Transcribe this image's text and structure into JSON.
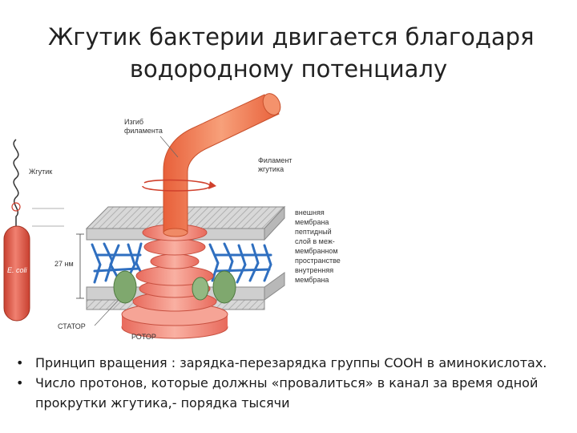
{
  "title": {
    "line1": "Жгутик бактерии двигается благодаря",
    "line2": "водородному потенциалу"
  },
  "diagram": {
    "labels": {
      "flagellum": "Жгутик",
      "ecoli": "E. coli",
      "bend_line1": "Изгиб",
      "bend_line2": "филамента",
      "filament_line1": "Филамент",
      "filament_line2": "жгутика",
      "size": "27 нм",
      "stator": "СТАТОР",
      "rotor": "РОТОР",
      "layers": [
        "внешняя",
        "мембрана",
        "пептидный",
        "слой в меж-",
        "мембранном",
        "пространстве",
        "внутренняя",
        "мембрана"
      ]
    },
    "colors": {
      "filament": "#f07a55",
      "rotor": "#f2887a",
      "stator": "#7fa86e",
      "peptidoglycan": "#2f6fc0",
      "membrane": "#c8c8c8",
      "cell": "#e05a45"
    }
  },
  "bullets": [
    "Принцип вращения : зарядка-перезарядка группы СООН в аминокислотах.",
    "Число протонов, которые должны «провалиться» в канал за время одной прокрутки жгутика,- порядка тысячи"
  ]
}
